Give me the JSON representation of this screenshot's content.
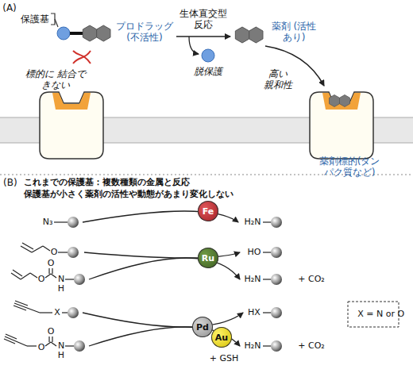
{
  "diagram": {
    "nodes": [
      {
        "text": [
          "Fe"
        ]
      },
      {
        "text": [
          "Ru"
        ]
      },
      {
        "text": [
          "Pd"
        ]
      },
      {
        "text": [
          "Au"
        ]
      }
    ],
    "labels": [
      "(A)",
      "保護基",
      "プロドラッグ (不活性)",
      "生体直交型 反応",
      "脱保護",
      "薬剤 (活性あり)",
      "高い 親和性",
      "標的に 結合できない",
      "薬剤標的(タンパク質など)",
      "(B)",
      "これまでの保護基：複数種類の金属と反応",
      "保護基が小さく薬剤の活性や動態があまり変化しない",
      "N₃",
      "H₂N",
      "O",
      "HO",
      "O",
      "O",
      "N",
      "H",
      "H₂N",
      "+ CO₂",
      "X",
      "HX",
      "X = N or O",
      "+ GSH",
      "O",
      "O",
      "N",
      "H",
      "H₂N",
      "+ CO₂"
    ]
  }
}
